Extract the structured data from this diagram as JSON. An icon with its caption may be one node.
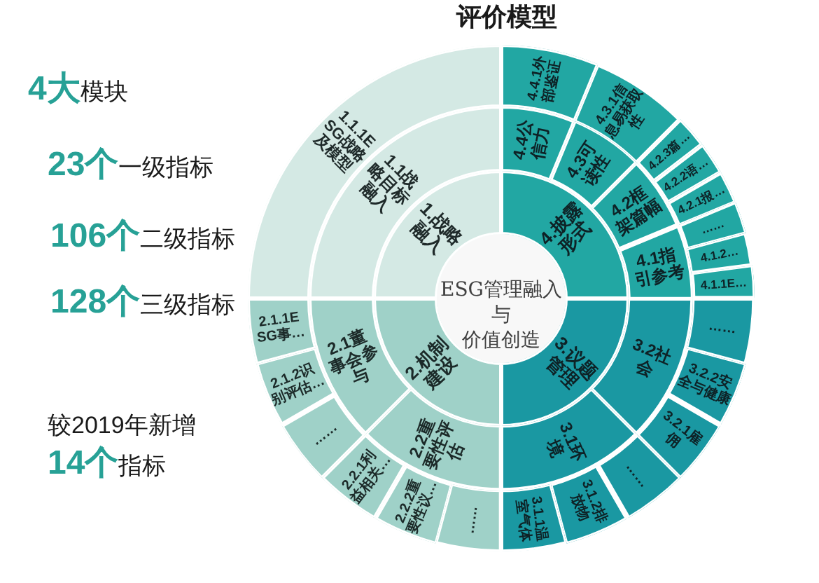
{
  "diagram": {
    "title": "评价模型",
    "nodes": [
      {
        "text": [
          "ESG管理融入",
          "与",
          "价值创造"
        ]
      },
      {
        "text": [
          "1.战略融入"
        ]
      },
      {
        "text": [
          "1.1战略目标融入"
        ]
      },
      {
        "text": [
          "1.1.1ESG战略及模型"
        ]
      },
      {
        "text": [
          "2.机制建设"
        ]
      },
      {
        "text": [
          "2.1董事会参与"
        ]
      },
      {
        "text": [
          "2.2重要性评估"
        ]
      },
      {
        "text": [
          "2.1.1ESG事…"
        ]
      },
      {
        "text": [
          "2.1.2识别评估…"
        ]
      },
      {
        "text": [
          "……"
        ]
      },
      {
        "text": [
          "2.2.1利益相关…"
        ]
      },
      {
        "text": [
          "2.2.2重要性议…"
        ]
      },
      {
        "text": [
          "……"
        ]
      },
      {
        "text": [
          "3.议题管理"
        ]
      },
      {
        "text": [
          "3.1环境"
        ]
      },
      {
        "text": [
          "3.2社会"
        ]
      },
      {
        "text": [
          "3.1.1温室气体"
        ]
      },
      {
        "text": [
          "3.1.2排放物"
        ]
      },
      {
        "text": [
          "……"
        ]
      },
      {
        "text": [
          "3.2.1雇佣"
        ]
      },
      {
        "text": [
          "3.2.2安全与健康"
        ]
      },
      {
        "text": [
          "……"
        ]
      },
      {
        "text": [
          "4.披露形式"
        ]
      },
      {
        "text": [
          "4.1指引参考"
        ]
      },
      {
        "text": [
          "4.2框架篇幅"
        ]
      },
      {
        "text": [
          "4.3可读性"
        ]
      },
      {
        "text": [
          "4.4公信力"
        ]
      },
      {
        "text": [
          "4.1.1E…"
        ]
      },
      {
        "text": [
          "4.1.2…"
        ]
      },
      {
        "text": [
          "……"
        ]
      },
      {
        "text": [
          "4.2.1报…"
        ]
      },
      {
        "text": [
          "4.2.2语…"
        ]
      },
      {
        "text": [
          "4.2.3篇…"
        ]
      },
      {
        "text": [
          "4.3.1信息易获取性"
        ]
      },
      {
        "text": [
          "4.4.1外部鉴证"
        ]
      }
    ],
    "labels": [
      "**4大**模块",
      "**23个**一级指标",
      "**106个**二级指标",
      "**128个**三级指标",
      "较2019年新增",
      "**14个**指标"
    ]
  }
}
